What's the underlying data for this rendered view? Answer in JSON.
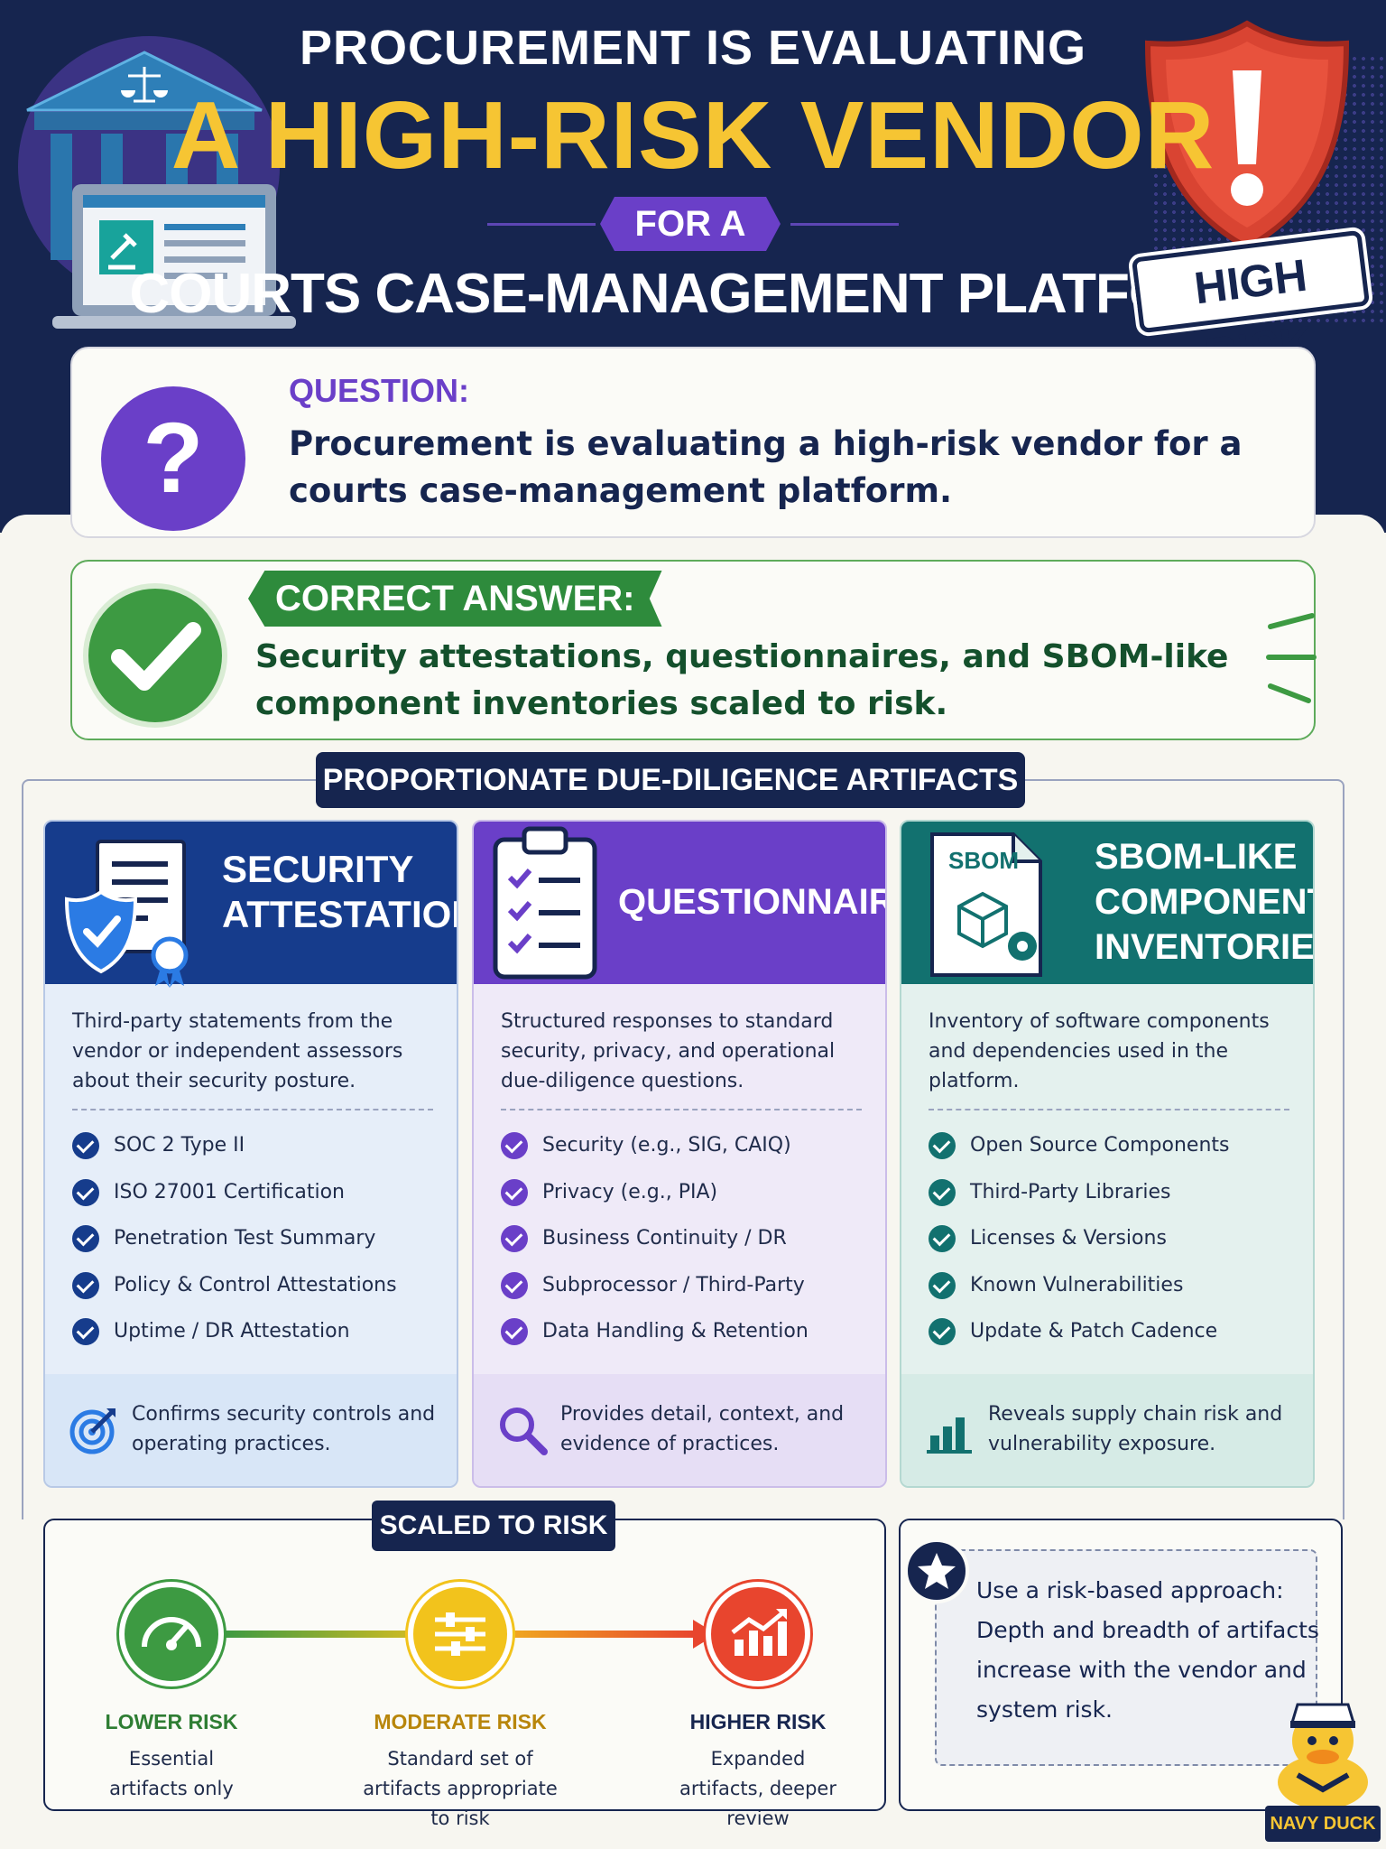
{
  "header": {
    "line1": "PROCUREMENT IS EVALUATING",
    "line2": "A HIGH-RISK VENDOR",
    "tag": "FOR A",
    "line3": "COURTS CASE-MANAGEMENT PLATFORM",
    "risk_badge": "HIGH RISK",
    "icons": [
      "courthouse-icon",
      "laptop-gavel-icon",
      "warning-shield-icon"
    ]
  },
  "question": {
    "icon": "question-mark-icon",
    "label": "QUESTION:",
    "text": "Procurement is evaluating a high-risk vendor for a courts case-management platform."
  },
  "answer": {
    "icon": "checkmark-icon",
    "label": "CORRECT ANSWER:",
    "text": "Security attestations, questionnaires, and SBOM-like component inventories scaled to risk."
  },
  "section_title": "PROPORTIONATE DUE-DILIGENCE ARTIFACTS",
  "columns": [
    {
      "title": "SECURITY\nATTESTATIONS",
      "icon": "shield-document-icon",
      "description": "Third-party statements from the vendor or independent assessors about their security posture.",
      "items": [
        "SOC 2 Type II",
        "ISO 27001 Certification",
        "Penetration Test Summary",
        "Policy & Control Attestations",
        "Uptime / DR Attestation"
      ],
      "footer_icon": "target-icon",
      "footer": "Confirms security controls and operating practices.",
      "colors": {
        "head": "#163c8c",
        "body": "#e6eef9",
        "foot": "#d8e6f7",
        "accent": "#163c8c",
        "border": "#b8c9e6"
      }
    },
    {
      "title": "QUESTIONNAIRES",
      "icon": "clipboard-checklist-icon",
      "description": "Structured responses to standard security, privacy, and operational due-diligence questions.",
      "items": [
        "Security (e.g., SIG, CAIQ)",
        "Privacy (e.g., PIA)",
        "Business Continuity / DR",
        "Subprocessor / Third-Party",
        "Data Handling & Retention"
      ],
      "footer_icon": "magnifier-icon",
      "footer": "Provides detail, context, and evidence of practices.",
      "colors": {
        "head": "#6a3fc8",
        "body": "#efeaf8",
        "foot": "#e6def5",
        "accent": "#6a3fc8",
        "border": "#cbbde9"
      }
    },
    {
      "title": "SBOM-LIKE\nCOMPONENT\nINVENTORIES",
      "icon": "sbom-document-icon",
      "icon_label": "SBOM",
      "description": "Inventory of software components and dependencies used in the platform.",
      "items": [
        "Open Source Components",
        "Third-Party Libraries",
        "Licenses & Versions",
        "Known Vulnerabilities",
        "Update & Patch Cadence"
      ],
      "footer_icon": "bar-chart-icon",
      "footer": "Reveals supply chain risk and vulnerability exposure.",
      "colors": {
        "head": "#12716f",
        "body": "#e4f1ee",
        "foot": "#d6ebe6",
        "accent": "#12716f",
        "border": "#b4d8d1"
      }
    }
  ],
  "scale": {
    "title": "SCALED TO RISK",
    "levels": [
      {
        "name": "LOWER RISK",
        "desc": "Essential artifacts only",
        "color": "#3d9a42",
        "name_color": "#2e7d33",
        "icon": "gauge-icon"
      },
      {
        "name": "MODERATE RISK",
        "desc": "Standard set of artifacts appropriate to risk",
        "color": "#f2c31c",
        "name_color": "#b8860b",
        "icon": "sliders-icon"
      },
      {
        "name": "HIGHER RISK",
        "desc": "Expanded artifacts, deeper review",
        "color": "#e8452e",
        "name_color": "#16254f",
        "icon": "rising-chart-icon"
      }
    ]
  },
  "note": {
    "icon": "star-icon",
    "text": "Use a risk-based approach: Depth and breadth of artifacts increase with the vendor and system risk."
  },
  "brand": {
    "label": "NAVY DUCK",
    "icon": "duck-mascot-icon"
  },
  "colors": {
    "navy": "#16254f",
    "gold": "#f6c533",
    "purple": "#6a3fc8",
    "green": "#2e8b3c",
    "red": "#e8452e"
  }
}
